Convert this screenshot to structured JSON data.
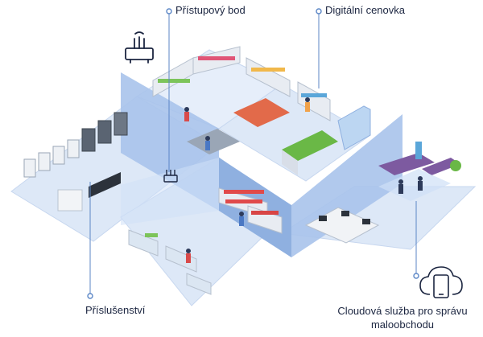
{
  "labels": {
    "access_point": "Přístupový bod",
    "digital_price_tag": "Digitální cenovka",
    "accessories": "Příslušenství",
    "cloud_line1": "Cloudová služba pro správu",
    "cloud_line2": "maloobchodu"
  },
  "icons": {
    "access_point": "router-icon",
    "cloud": "cloud-phone-icon"
  },
  "colors": {
    "floor": "#dde8f7",
    "wall": "#a8c3eb",
    "wall_dark": "#8fb0e0",
    "leader": "#5b86c6",
    "text": "#1b2540"
  }
}
